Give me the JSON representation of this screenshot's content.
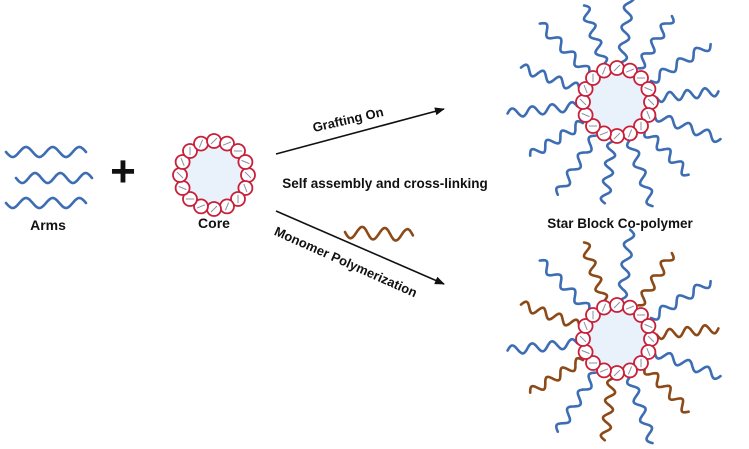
{
  "labels": {
    "arms": "Arms",
    "core": "Core",
    "grafting_on": "Grafting On",
    "self_assembly": "Self assembly and cross-linking",
    "monomer_polymerization": "Monomer Polymerization",
    "star_block": "Star Block Co-polymer",
    "plus": "+"
  },
  "colors": {
    "arm_blue": "#3d6db3",
    "arm_brown": "#8b4a17",
    "core_ring": "#c8203a",
    "core_fill": "#e9f2fb",
    "arrow": "#111111"
  },
  "stars": {
    "top": {
      "arms": [
        "blue",
        "blue",
        "blue",
        "blue",
        "blue",
        "blue",
        "blue",
        "blue",
        "blue",
        "blue",
        "blue",
        "blue",
        "blue",
        "blue"
      ]
    },
    "bottom": {
      "arms": [
        "blue",
        "brown",
        "blue",
        "brown",
        "blue",
        "brown",
        "blue",
        "brown",
        "blue",
        "brown",
        "blue",
        "brown",
        "blue",
        "brown"
      ]
    }
  }
}
